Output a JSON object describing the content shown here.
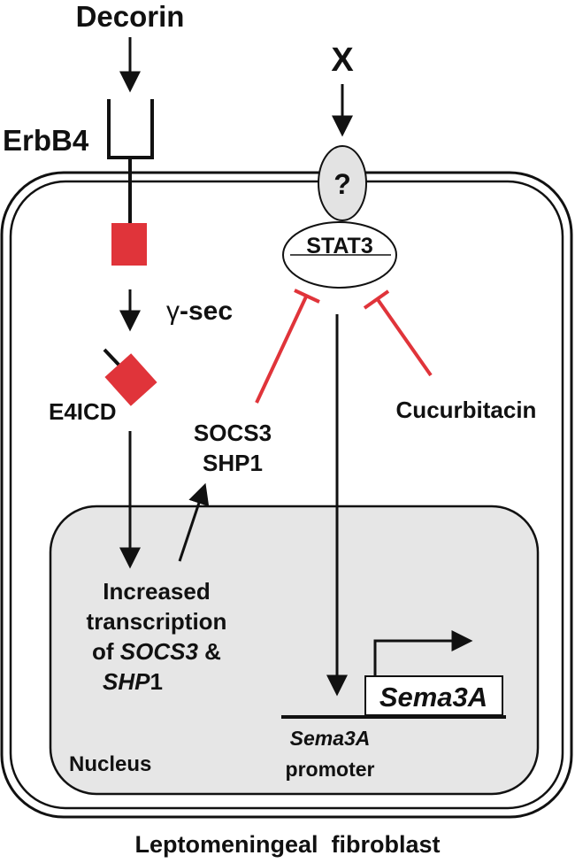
{
  "labels": {
    "decorin": "Decorin",
    "x_signal": "X",
    "erbb4": "ErbB4",
    "unknown_receptor": "?",
    "stat3": "STAT3",
    "gamma_sec_symbol": "γ",
    "gamma_sec_text": "-sec",
    "e4icd": "E4ICD",
    "socs3": "SOCS3",
    "shp1": "SHP1",
    "cucurbitacin": "Cucurbitacin",
    "transcription_line1": "Increased",
    "transcription_line2": "transcription",
    "transcription_line3_prefix": "of ",
    "transcription_line3_italic": "SOCS3",
    "transcription_line3_suffix": " &",
    "transcription_line4_italic": "SHP",
    "transcription_line4_suffix": "1",
    "sema3a_gene": "Sema3A",
    "promoter_line1": "Sema3A",
    "promoter_line2": "promoter",
    "nucleus": "Nucleus",
    "cell_caption": "Leptomeningeal  fibroblast"
  },
  "colors": {
    "inhibition": "#e0343a",
    "ecd_fragment": "#e0343a",
    "nucleus_fill": "#e6e6e6",
    "receptor_fill": "#e3e3e3",
    "stroke": "#111111"
  }
}
